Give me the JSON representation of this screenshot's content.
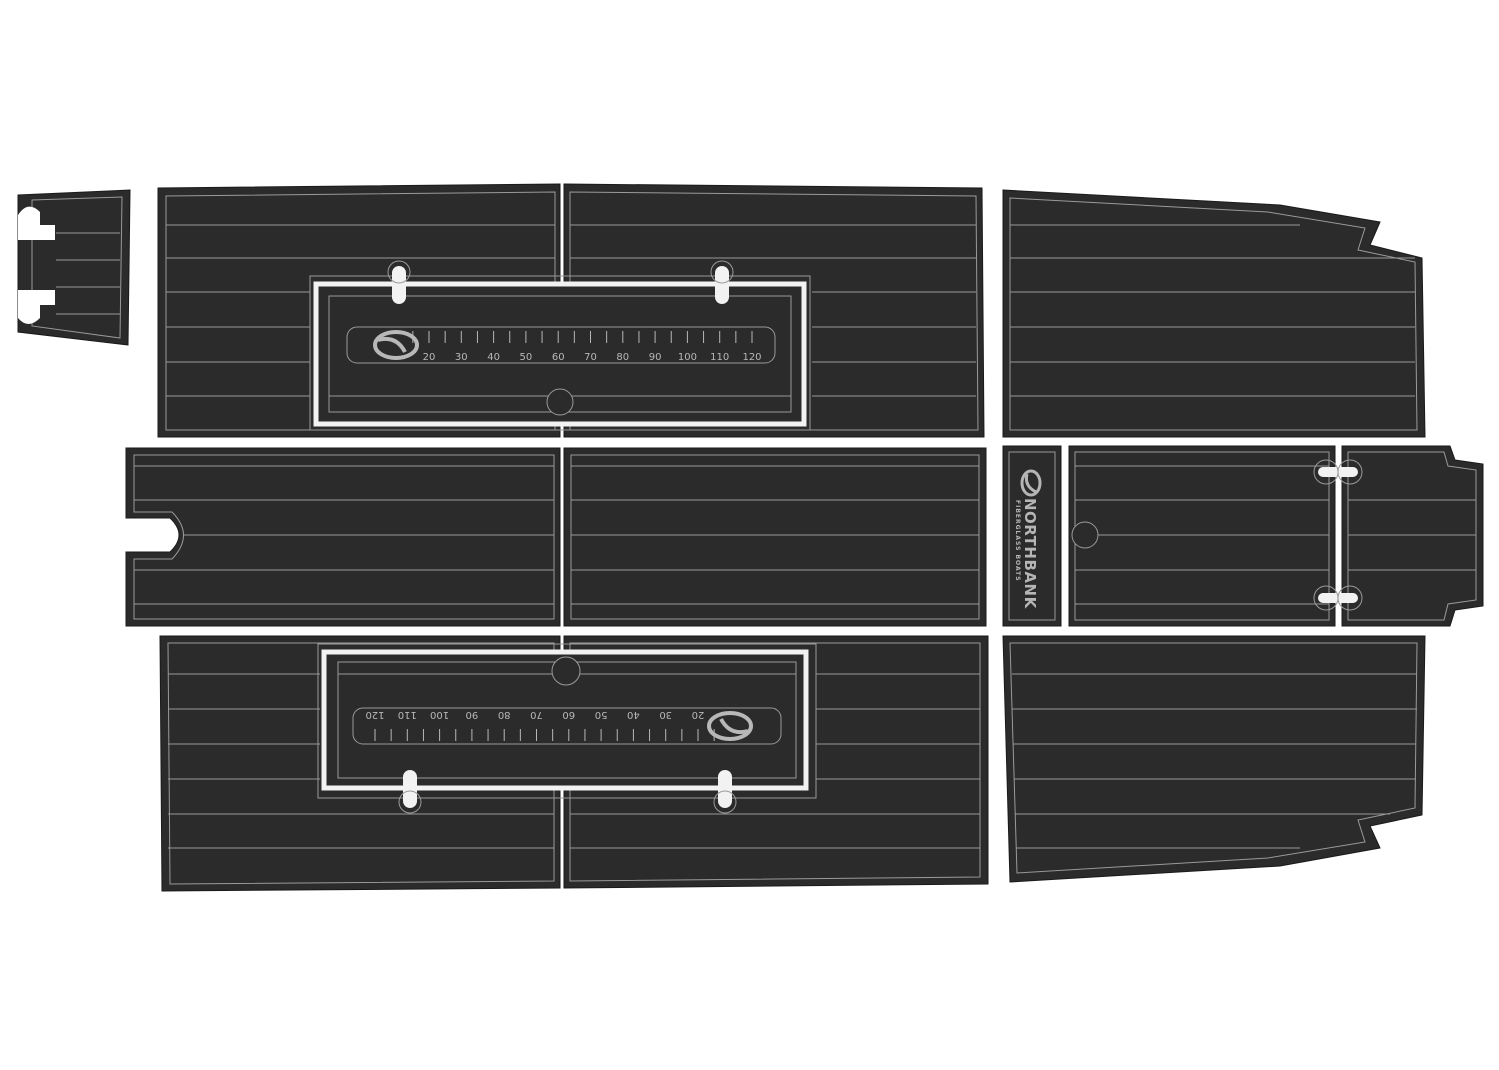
{
  "colors": {
    "background": "#ffffff",
    "pad_fill": "#2b2b2b",
    "groove": "#9a9a9a",
    "white_border": "#f2f2f2",
    "rule_ink": "#b8b8b8"
  },
  "ruler": {
    "labels": [
      "20",
      "30",
      "40",
      "50",
      "60",
      "70",
      "80",
      "90",
      "100",
      "110",
      "120"
    ]
  },
  "brand": {
    "name": "NORTHBANK",
    "subtitle": "FIBERGLASS BOATS"
  },
  "icons": {
    "ruler_logo": "northbank-swoosh-logo-icon",
    "brand_logo": "northbank-swoosh-logo-icon"
  }
}
